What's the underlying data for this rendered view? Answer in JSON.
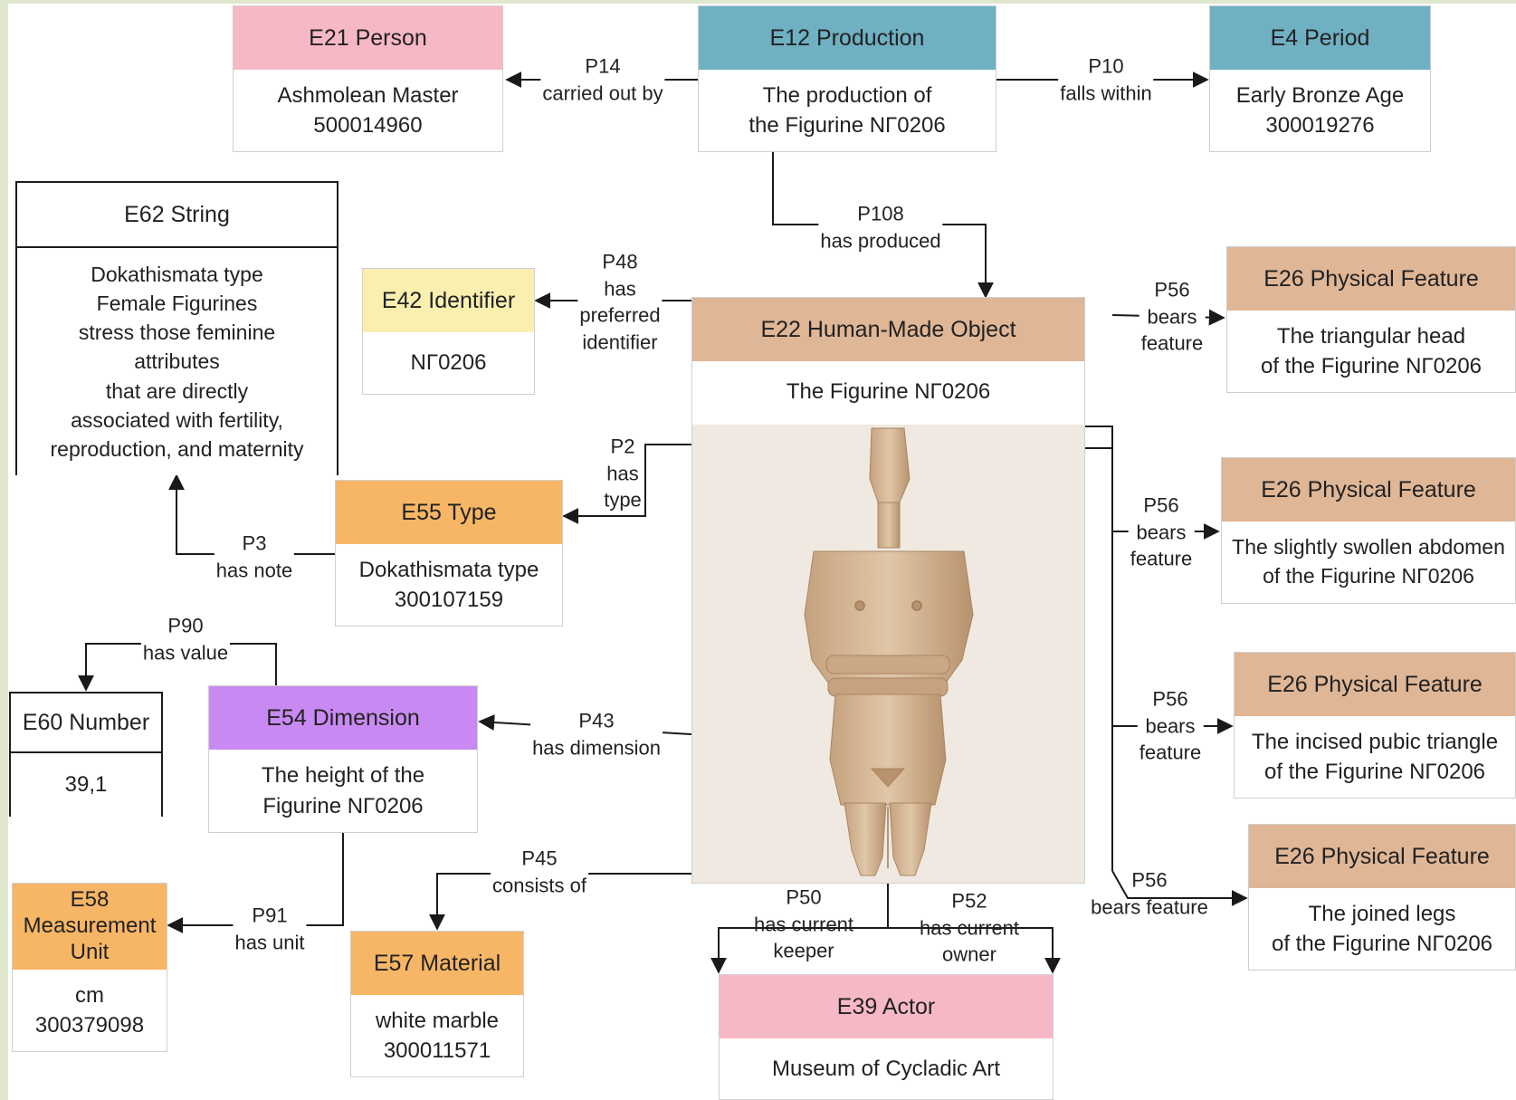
{
  "colors": {
    "person": "#f7b8c6",
    "production": "#6fb0c2",
    "period": "#6fb0c2",
    "identifier": "#fbefb0",
    "object": "#dfb696",
    "type": "#f7b665",
    "feature": "#dfb696",
    "dimension": "#c88af2",
    "measurement_unit": "#f7b665",
    "material": "#f7b665",
    "actor": "#f7b8c6",
    "frame": "#dfe8cf"
  },
  "nodes": {
    "e21": {
      "title": "E21 Person",
      "body": "Ashmolean Master\n500014960"
    },
    "e12": {
      "title": "E12 Production",
      "body": "The production of\nthe Figurine ΝΓ0206"
    },
    "e4": {
      "title": "E4 Period",
      "body": "Early Bronze Age\n300019276"
    },
    "e62": {
      "title": "E62 String",
      "body": "Dokathismata type\nFemale Figurines\nstress those feminine\nattributes\nthat are directly\nassociated with fertility,\nreproduction, and maternity"
    },
    "e42": {
      "title": "E42 Identifier",
      "body": "ΝΓ0206"
    },
    "e22": {
      "title": "E22 Human-Made Object",
      "body": "The Figurine ΝΓ0206",
      "image": "cycladic-figurine-image"
    },
    "e55": {
      "title": "E55 Type",
      "body": "Dokathismata type\n300107159"
    },
    "e60": {
      "title": "E60 Number",
      "body": "39,1"
    },
    "e54": {
      "title": "E54 Dimension",
      "body": "The height of the\nFigurine ΝΓ0206"
    },
    "e58": {
      "title": "E58\nMeasurement\nUnit",
      "body": "cm\n300379098"
    },
    "e57": {
      "title": "E57 Material",
      "body": "white marble\n300011571"
    },
    "e39": {
      "title": "E39 Actor",
      "body": "Museum of Cycladic Art"
    },
    "e26a": {
      "title": "E26 Physical Feature",
      "body": "The triangular head\nof the Figurine ΝΓ0206"
    },
    "e26b": {
      "title": "E26 Physical Feature",
      "body": "The slightly swollen abdomen\nof the Figurine ΝΓ0206"
    },
    "e26c": {
      "title": "E26 Physical Feature",
      "body": "The incised pubic triangle\nof the Figurine ΝΓ0206"
    },
    "e26d": {
      "title": "E26 Physical Feature",
      "body": "The joined legs\nof the Figurine ΝΓ0206"
    }
  },
  "edges": {
    "p14": "P14\ncarried out by",
    "p10": "P10\nfalls within",
    "p108": "P108\nhas produced",
    "p48": "P48\nhas\npreferred\nidentifier",
    "p2": "P2\nhas\ntype",
    "p3": "P3\nhas note",
    "p90": "P90\nhas value",
    "p43": "P43\nhas dimension",
    "p91": "P91\nhas unit",
    "p45": "P45\nconsists of",
    "p50": "P50\nhas current\nkeeper",
    "p52": "P52\nhas current\nowner",
    "p56a": "P56\nbears\nfeature",
    "p56b": "P56\nbears\nfeature",
    "p56c": "P56\nbears\nfeature",
    "p56d": "P56\nbears feature"
  }
}
